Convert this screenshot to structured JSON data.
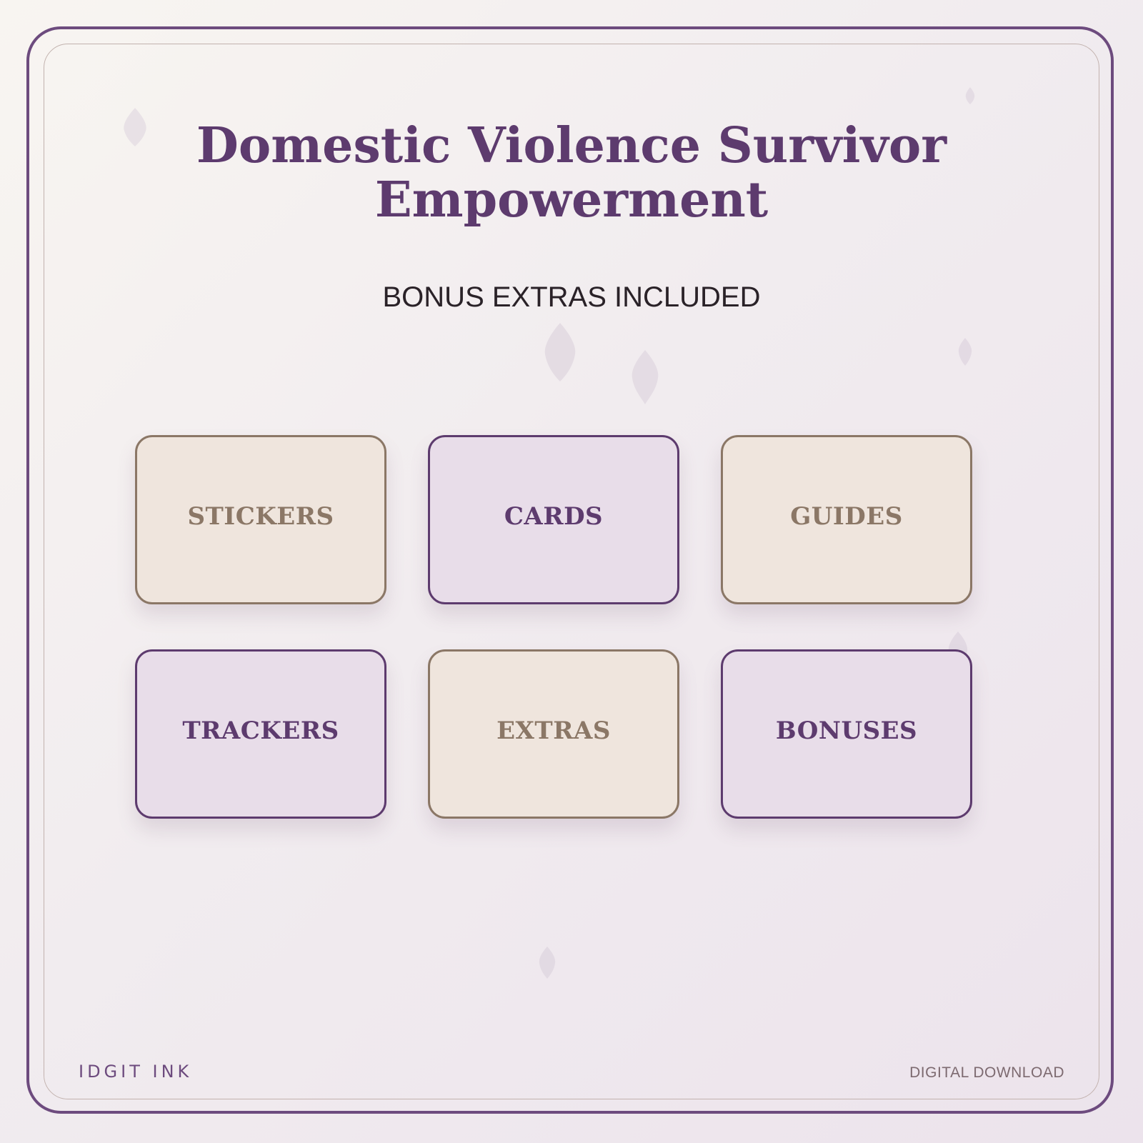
{
  "title_line1": "Domestic Violence Survivor",
  "title_line2": "Empowerment",
  "subtitle": "BONUS EXTRAS INCLUDED",
  "cards": [
    {
      "label": "STICKERS",
      "style": "beige"
    },
    {
      "label": "CARDS",
      "style": "lavender"
    },
    {
      "label": "GUIDES",
      "style": "beige"
    },
    {
      "label": "TRACKERS",
      "style": "lavender"
    },
    {
      "label": "EXTRAS",
      "style": "beige"
    },
    {
      "label": "BONUSES",
      "style": "lavender"
    }
  ],
  "footer": {
    "brand": "IDGIT INK",
    "tag": "DIGITAL DOWNLOAD"
  },
  "colors": {
    "accent_purple": "#5d3b6e",
    "accent_taupe": "#8b7766",
    "card_beige": "#efe5dd",
    "card_lavender": "#e8dde9"
  },
  "decorations": "petal-icons"
}
